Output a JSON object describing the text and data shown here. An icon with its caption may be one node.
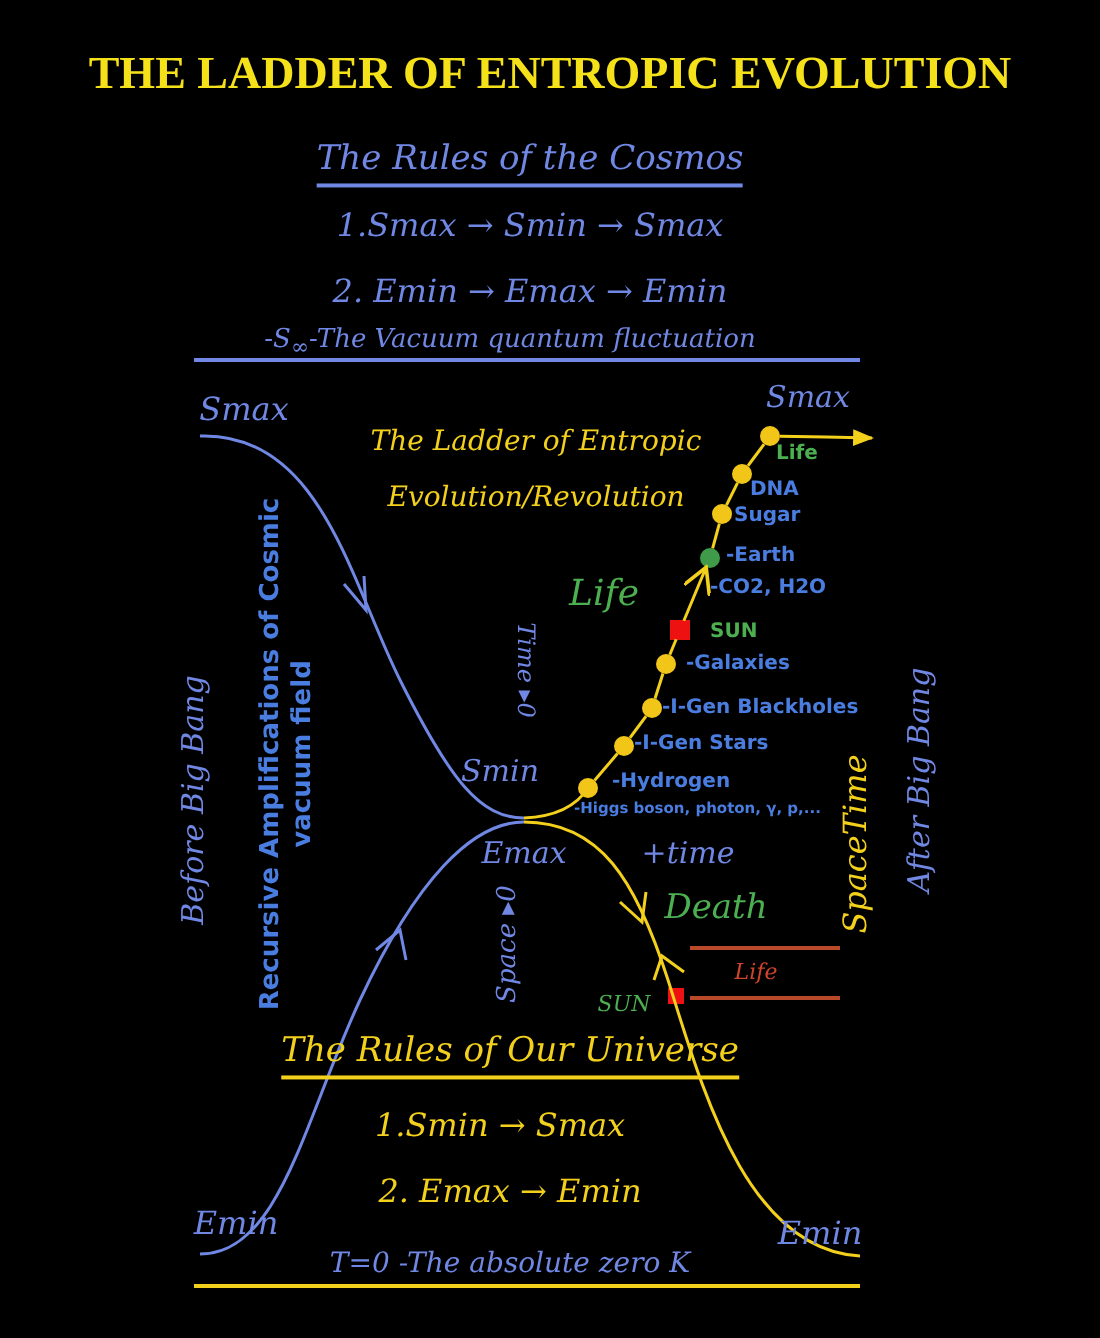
{
  "diagram": {
    "title": "THE LADDER OF ENTROPIC EVOLUTION",
    "nodes": [
      {
        "text": [],
        "shape": "circle",
        "beside": [
          "Life"
        ]
      },
      {
        "text": [],
        "shape": "circle",
        "beside": [
          "DNA"
        ]
      },
      {
        "text": [],
        "shape": "circle",
        "beside": [
          "Sugar"
        ]
      },
      {
        "text": [],
        "shape": "circle",
        "beside": [
          "-Earth"
        ]
      },
      {
        "text": [],
        "shape": "box",
        "beside": [
          "SUN"
        ]
      },
      {
        "text": [],
        "shape": "circle",
        "beside": [
          "-Galaxies"
        ]
      },
      {
        "text": [],
        "shape": "circle",
        "beside": [
          "-I-Gen Blackholes"
        ]
      },
      {
        "text": [],
        "shape": "circle",
        "beside": [
          "-I-Gen Stars"
        ]
      },
      {
        "text": [],
        "shape": "circle",
        "beside": [
          "-Hydrogen"
        ]
      }
    ],
    "edges": [
      {
        "from": 8,
        "to": 7,
        "arrow": "none"
      },
      {
        "from": 7,
        "to": 6,
        "arrow": "none"
      },
      {
        "from": 6,
        "to": 5,
        "arrow": "none"
      },
      {
        "from": 5,
        "to": 4,
        "arrow": "none"
      },
      {
        "from": 4,
        "to": 3,
        "arrow": "to"
      },
      {
        "from": 3,
        "to": 2,
        "arrow": "none"
      },
      {
        "from": 2,
        "to": 1,
        "arrow": "none"
      },
      {
        "from": 1,
        "to": 0,
        "arrow": "none"
      },
      {
        "from": 0,
        "to": null,
        "arrow": "to"
      }
    ],
    "labels": [
      "The Rules of the Cosmos",
      "1.Smax → Smin → Smax",
      "2. Emin → Emax → Emin",
      "-S$_{∞}$-The Vacuum quantum fluctuation",
      "Smax",
      "The Ladder of Entropic Evolution/Revolution",
      "Smax",
      "-CO2, H2O",
      "Life",
      "Time ▸0",
      "Smin",
      "-Higgs boson, photon, γ, p,...",
      "Before Big Bang",
      "Recursive Amplifications of Cosmic vacuum field",
      "After Big Bang",
      "Emax",
      "+time",
      "SpaceTime",
      "Space ▸0",
      "Death",
      "Life",
      "SUN",
      "The Rules of Our Universe",
      "1.Smin → Smax",
      "2. Emax → Emin",
      "Emin",
      "Emin",
      "T=0 -The absolute zero K"
    ]
  }
}
